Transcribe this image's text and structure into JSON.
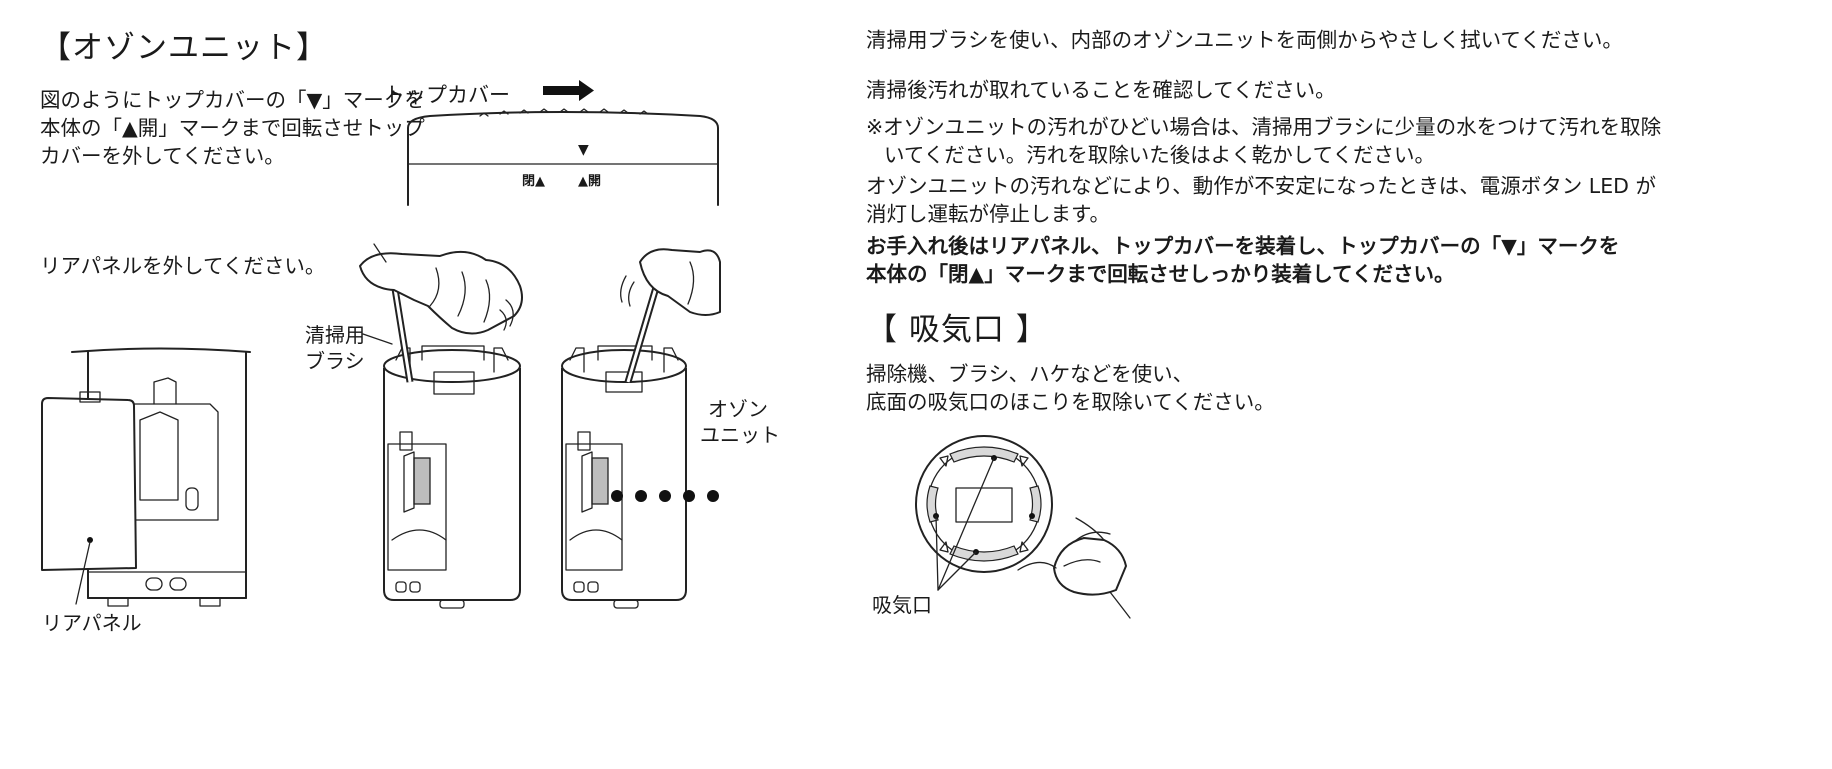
{
  "ozone_section": {
    "title": "【オゾンユニット】",
    "step1_lines": [
      "図のようにトップカバーの「▼」マークを",
      "本体の「▲開」マークまで回転させトップ",
      "カバーを外してください。"
    ],
    "top_cover_label": "トップカバー",
    "mark_down": "▼",
    "mark_close": "閉▲",
    "mark_open": "▲開",
    "step2_text": "リアパネルを外してください。",
    "rear_panel_label": "リアパネル",
    "brush_label_lines": [
      "清掃用",
      "ブラシ"
    ],
    "ozone_unit_label_lines": [
      "オゾン",
      "ユニット"
    ]
  },
  "right_column": {
    "p1": "清掃用ブラシを使い、内部のオゾンユニットを両側からやさしく拭いてください。",
    "p2": "清掃後汚れが取れていることを確認してください。",
    "note_lines": [
      "※オゾンユニットの汚れがひどい場合は、清掃用ブラシに少量の水をつけて汚れを取除",
      "いてください。汚れを取除いた後はよく乾かしてください。"
    ],
    "p3_lines": [
      "オゾンユニットの汚れなどにより、動作が不安定になったときは、電源ボタン LED が",
      "消灯し運転が停止します。"
    ],
    "bold_lines": [
      "お手入れ後はリアパネル、トップカバーを装着し、トップカバーの「▼」マークを",
      "本体の「閉▲」マークまで回転させしっかり装着してください。"
    ]
  },
  "intake_section": {
    "title": "【 吸気口 】",
    "lines": [
      "掃除機、ブラシ、ハケなどを使い、",
      "底面の吸気口のほこりを取除いてください。"
    ],
    "intake_label": "吸気口"
  }
}
